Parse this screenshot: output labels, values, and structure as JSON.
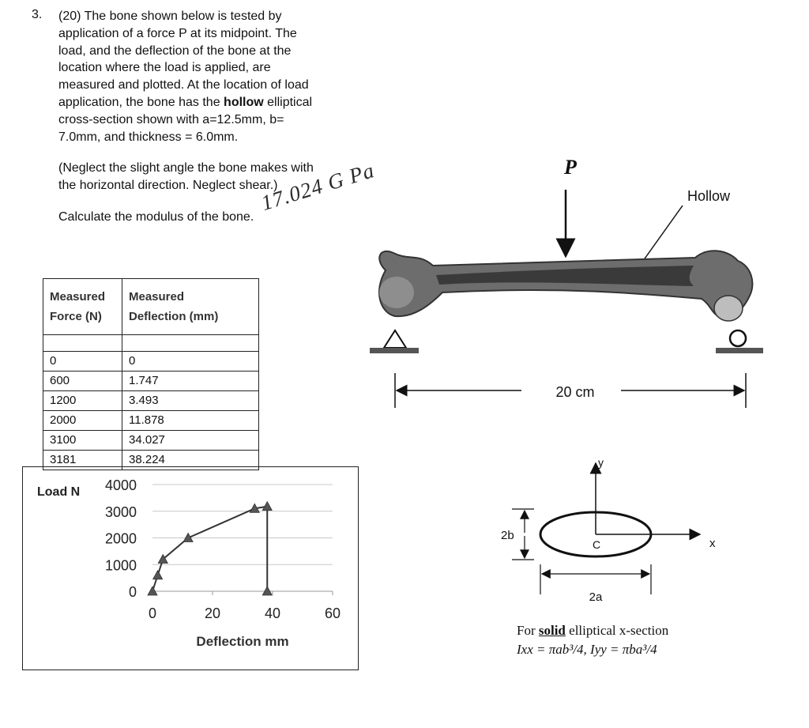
{
  "problem": {
    "number": "3.",
    "lines": [
      "(20) The bone shown below is tested by",
      "application of a force P at its midpoint.  The",
      "load, and the deflection of the bone at the",
      "location where the load is applied, are",
      "measured and plotted. At the location of load",
      "application, the bone has the ",
      " elliptical",
      "cross-section shown with a=12.5mm, b=",
      "7.0mm, and thickness = 6.0mm."
    ],
    "bold_word": "hollow",
    "note_lines": [
      "(Neglect the slight angle the bone makes with",
      "the horizontal direction. Neglect shear.)"
    ],
    "task": "Calculate the modulus of the bone.",
    "handwritten_answer": "17.024 G Pa"
  },
  "table": {
    "headers": [
      [
        "Measured",
        "Force (N)"
      ],
      [
        "Measured",
        "Deflection (mm)"
      ]
    ],
    "rows": [
      [
        "0",
        "0"
      ],
      [
        "600",
        "1.747"
      ],
      [
        "1200",
        "3.493"
      ],
      [
        "2000",
        "11.878"
      ],
      [
        "3100",
        "34.027"
      ],
      [
        "3181",
        "38.224"
      ]
    ]
  },
  "chart_data": {
    "type": "line",
    "ylabel": "Load N",
    "xlabel": "Deflection mm",
    "xlim": [
      0,
      60
    ],
    "ylim": [
      0,
      4000
    ],
    "xticks": [
      "0",
      "20",
      "40",
      "60"
    ],
    "yticks": [
      "0",
      "1000",
      "2000",
      "3000",
      "4000"
    ],
    "grid": true,
    "series": [
      {
        "x": [
          0,
          1.747,
          3.493,
          11.878,
          34.027,
          38.224,
          38.224
        ],
        "y": [
          0,
          600,
          1200,
          2000,
          3100,
          3181,
          0
        ]
      }
    ],
    "marker": "triangle",
    "color": "#333333"
  },
  "diagram": {
    "load_label": "P",
    "hollow_label": "Hollow",
    "span_label": "20 cm"
  },
  "section": {
    "y_label": "y",
    "x_label": "x",
    "c_label": "C",
    "height_label": "2b",
    "width_label": "2a"
  },
  "formula": {
    "line1_prefix": "For ",
    "line1_underlined": "solid",
    "line1_suffix": " elliptical x-section",
    "line2": "Ixx = πab³/4,  Iyy = πba³/4"
  }
}
